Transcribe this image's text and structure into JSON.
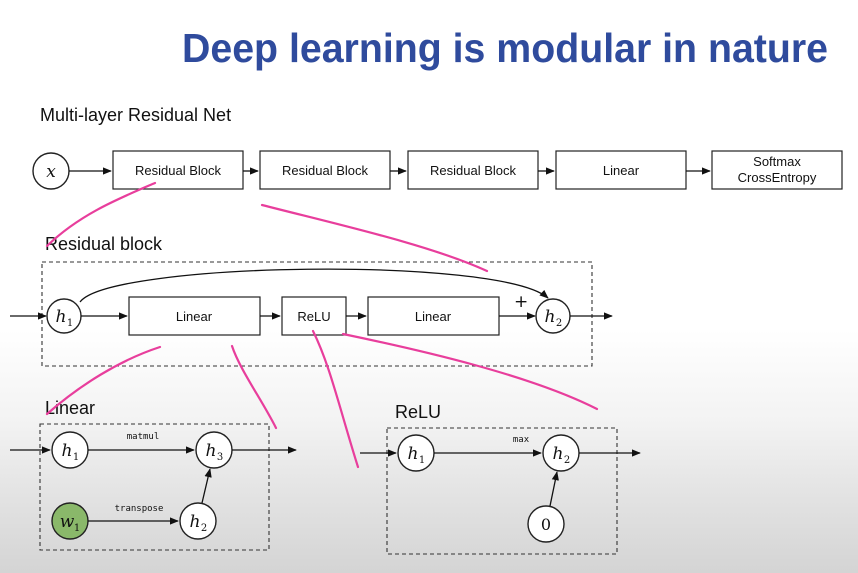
{
  "title": "Deep learning is modular in nature",
  "colors": {
    "title": "#2f4b9d",
    "annotation": "#e83e9c",
    "weight_node": "#8ab86a"
  },
  "top_net": {
    "label": "Multi-layer Residual Net",
    "input_var": "x",
    "blocks": [
      "Residual Block",
      "Residual Block",
      "Residual Block",
      "Linear"
    ],
    "softmax_line1": "Softmax",
    "softmax_line2": "CrossEntropy"
  },
  "residual_block": {
    "label": "Residual block",
    "in_var": "h",
    "in_sub": "1",
    "linear1": "Linear",
    "relu": "ReLU",
    "linear2": "Linear",
    "plus": "+",
    "out_var": "h",
    "out_sub": "2"
  },
  "linear": {
    "label": "Linear",
    "h1_var": "h",
    "h1_sub": "1",
    "w1_var": "w",
    "w1_sub": "1",
    "h2_var": "h",
    "h2_sub": "2",
    "h3_var": "h",
    "h3_sub": "3",
    "matmul": "matmul",
    "transpose": "transpose"
  },
  "relu": {
    "label": "ReLU",
    "h1_var": "h",
    "h1_sub": "1",
    "h2_var": "h",
    "h2_sub": "2",
    "zero": "0",
    "max": "max"
  }
}
